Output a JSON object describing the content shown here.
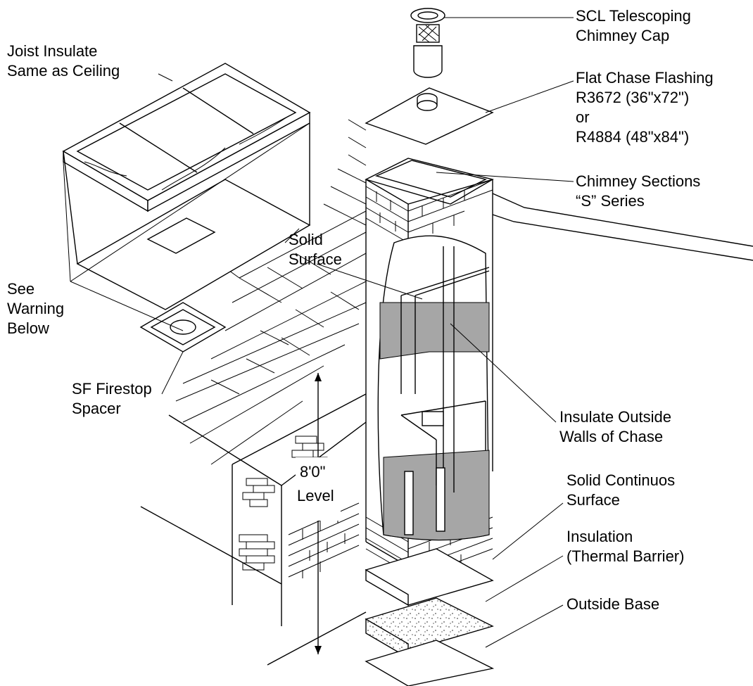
{
  "diagram": {
    "labels": {
      "cap": [
        "SCL Telescoping",
        "Chimney Cap"
      ],
      "flashing": [
        "Flat Chase Flashing",
        "R3672 (36\"x72\")",
        "or",
        "R4884 (48\"x84\")"
      ],
      "sections": [
        "Chimney Sections",
        "“S” Series"
      ],
      "joist": [
        "Joist Insulate",
        "Same as Ceiling"
      ],
      "solid_surface": [
        "Solid",
        "Surface"
      ],
      "see_warning": [
        "See",
        "Warning",
        "Below"
      ],
      "firestop": [
        "SF Firestop",
        "Spacer"
      ],
      "insulate_chase": [
        "Insulate Outside",
        "Walls of Chase"
      ],
      "solid_continuous": [
        "Solid Continuos",
        "Surface"
      ],
      "level": [
        "8'0\"",
        "Level"
      ],
      "insulation": [
        "Insulation",
        "(Thermal Barrier)"
      ],
      "outside_base": [
        "Outside Base"
      ]
    }
  }
}
